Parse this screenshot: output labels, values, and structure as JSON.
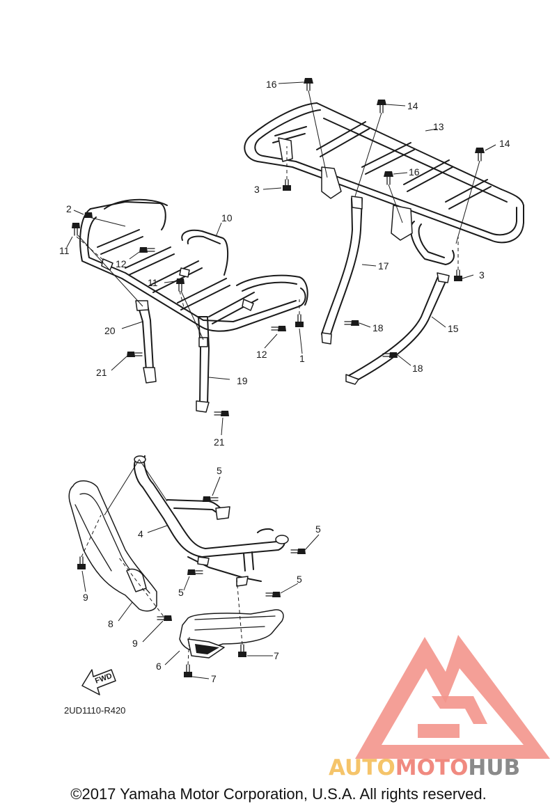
{
  "callouts": [
    "1",
    "2",
    "3",
    "4",
    "5",
    "6",
    "7",
    "8",
    "9",
    "10",
    "11",
    "12",
    "13",
    "14",
    "15",
    "16",
    "17",
    "18",
    "19",
    "20",
    "21"
  ],
  "diagram_code": "2UD1110-R420",
  "fwd_label": "FWD",
  "watermark": {
    "part1": "AUTO",
    "part2": "MOTO",
    "part3": "HUB",
    "color_auto": "#f5c46a",
    "color_moto": "#f08a80",
    "color_hub": "#8a8a8a",
    "logo_color": "#f3958c"
  },
  "copyright": "©2017 Yamaha Motor Corporation, U.S.A. All rights reserved."
}
